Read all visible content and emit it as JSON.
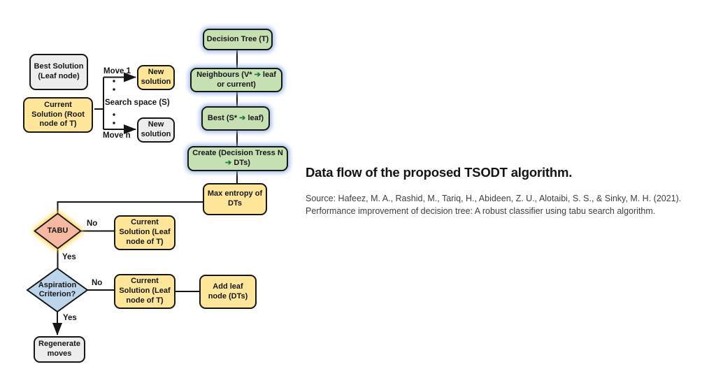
{
  "caption": {
    "title": "Data flow of the proposed TSODT algorithm.",
    "source": "Source: Hafeez, M. A., Rashid, M., Tariq, H., Abideen, Z. U., Alotaibi, S. S., & Sinky, M. H. (2021). Performance improvement of decision tree: A robust classifier using tabu search algorithm."
  },
  "flowchart": {
    "nodes": {
      "best_solution": "Best Solution (Leaf node)",
      "current_solution_root": "Current Solution (Root node of T)",
      "new_solution_1": "New solution",
      "new_solution_2": "New solution",
      "decision_tree": "Decision Tree (T)",
      "neighbours": {
        "t1": "Neighbours (V*",
        "arrow": "➔",
        "t2": "leaf or current)"
      },
      "best": {
        "t1": "Best (S*",
        "arrow": "➔",
        "t2": "leaf)"
      },
      "create": {
        "t1": "Create (Decision Tress N",
        "arrow": "➔",
        "t2": "DTs)"
      },
      "max_entropy": "Max entropy of DTs",
      "tabu": "TABU",
      "current_solution_leaf_1": "Current Solution (Leaf node of T)",
      "aspiration": "Aspiration Criterion?",
      "current_solution_leaf_2": "Current Solution (Leaf node of T)",
      "add_leaf_node": "Add leaf node (DTs)",
      "regenerate_moves": "Regenerate moves"
    },
    "edge_labels": {
      "move_1": "Move 1",
      "search_space": "Search space (S)",
      "move_n": "Move n",
      "tabu_no": "No",
      "tabu_yes": "Yes",
      "aspiration_no": "No",
      "aspiration_yes": "Yes"
    },
    "colors": {
      "process_green": "#c6e0b4",
      "data_yellow": "#ffe699",
      "neutral_gray": "#ededed",
      "tabu_salmon": "#f4b9a0",
      "decision_blue": "#bcd5ea",
      "inline_arrow_green": "#1e7a34",
      "green_box_glow": "#91afe4",
      "tabu_glow": "#ffd24d",
      "line_black": "#161616"
    }
  }
}
